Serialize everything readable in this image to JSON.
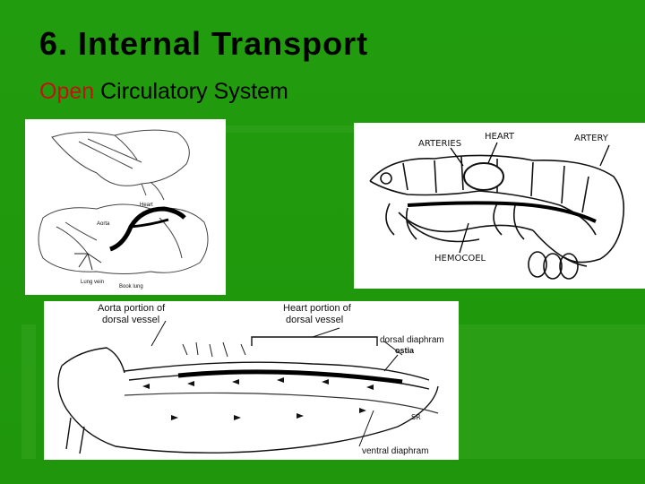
{
  "slide": {
    "title": "6. Internal Transport",
    "subtitle_highlight": "Open",
    "subtitle_rest": " Circulatory System",
    "colors": {
      "background": "#1f9a0c",
      "highlight": "#c41212"
    }
  },
  "figure_spider": {
    "labels": {
      "heart": "Heart",
      "aorta": "Aorta",
      "lung_vein": "Lung vein",
      "book_lung": "Book lung"
    }
  },
  "figure_crayfish": {
    "labels": {
      "arteries": "ARTERIES",
      "heart": "HEART",
      "artery": "ARTERY",
      "hemocoel": "HEMOCOEL"
    }
  },
  "figure_insect": {
    "labels": {
      "aorta_portion_1": "Aorta portion of",
      "aorta_portion_2": "dorsal vessel",
      "heart_portion_1": "Heart portion of",
      "heart_portion_2": "dorsal vessel",
      "dorsal_diaphragm": "dorsal diaphram",
      "ostia": "ostia",
      "sr": "SR",
      "ventral_diaphragm": "ventral diaphram"
    }
  }
}
